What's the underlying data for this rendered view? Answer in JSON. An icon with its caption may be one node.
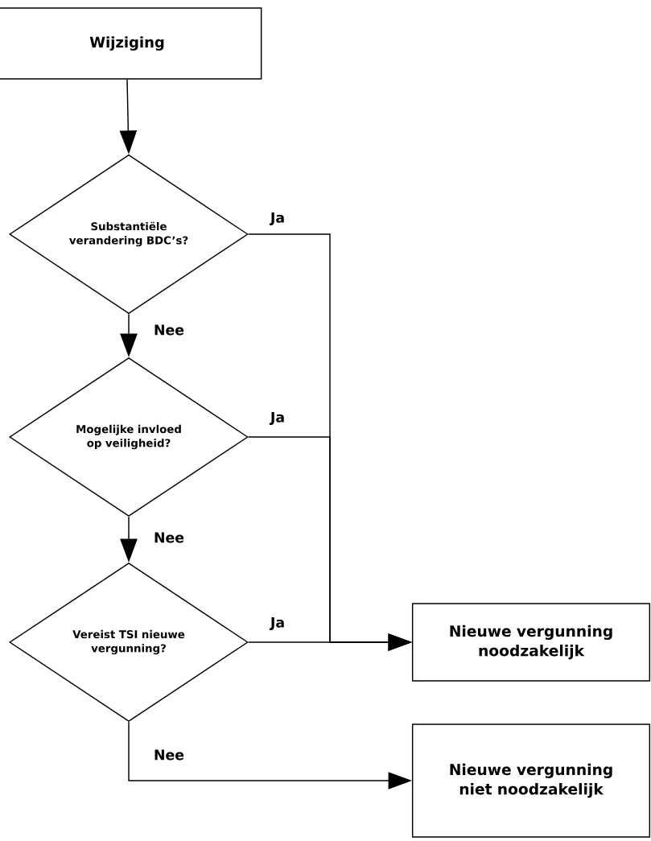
{
  "diagram": {
    "nodes": [
      {
        "text": [
          "Wijziging"
        ]
      },
      {
        "text": [
          "Substantiële verandering BDC’s?"
        ]
      },
      {
        "text": [
          "Mogelijke invloed op veiligheid?"
        ]
      },
      {
        "text": [
          "Vereist TSI nieuwe vergunning?"
        ]
      },
      {
        "text": [
          "Nieuwe vergunning noodzakelijk"
        ]
      },
      {
        "text": [
          "Nieuwe vergunning niet noodzakelijk"
        ]
      }
    ],
    "edges": [
      {
        "from": 0,
        "to": 1,
        "arrow": "to"
      },
      {
        "from": 1,
        "to": 2,
        "arrow": "to",
        "label": "Nee"
      },
      {
        "from": 2,
        "to": 3,
        "arrow": "to",
        "label": "Nee"
      },
      {
        "from": 1,
        "to": 4,
        "arrow": "to",
        "label": "Ja"
      },
      {
        "from": 2,
        "to": 4,
        "arrow": "to",
        "label": "Ja"
      },
      {
        "from": 3,
        "to": 4,
        "arrow": "to",
        "label": "Ja"
      },
      {
        "from": 3,
        "to": 5,
        "arrow": "to",
        "label": "Nee"
      }
    ]
  }
}
